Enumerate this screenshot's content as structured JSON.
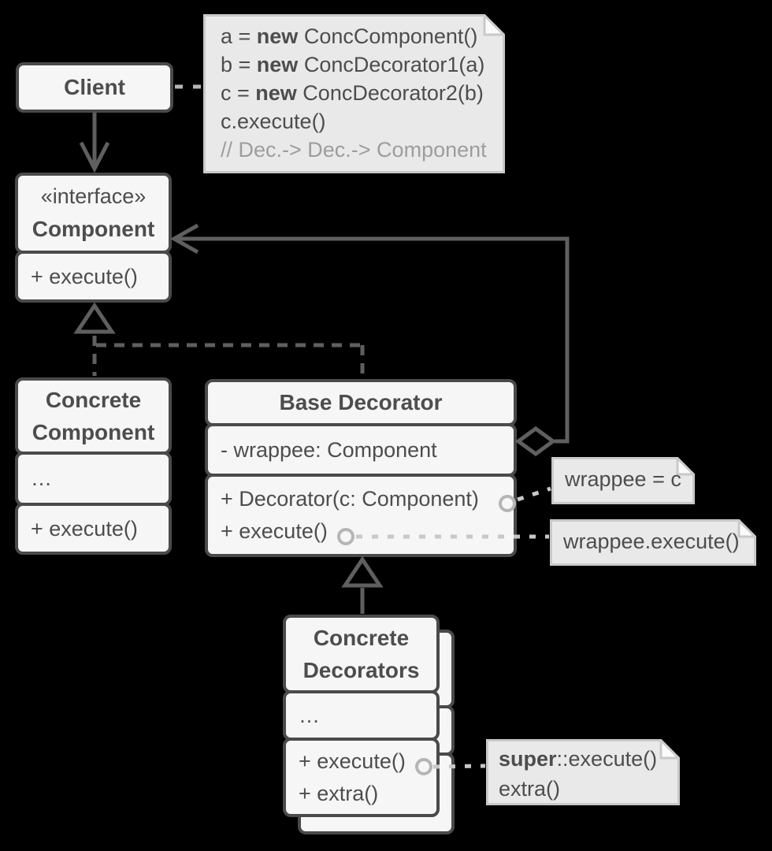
{
  "colors": {
    "background": "#000000",
    "box_fill": "#f6f6f6",
    "box_border": "#4a4a4a",
    "text": "#4d4d4d",
    "comment_text": "#9d9d9d",
    "connector": "#5f5f5f",
    "note_fill": "#e9e9e9",
    "note_border": "#c9c9c9",
    "note_fold": "#fbfbfb",
    "note_link_dash": "#c8c8c8",
    "circle_stroke": "#b5b5b5"
  },
  "classes": {
    "client": {
      "title": "Client"
    },
    "component": {
      "stereotype": "«interface»",
      "title": "Component",
      "methods": [
        "+ execute()"
      ]
    },
    "concrete_component": {
      "title": "Concrete\nComponent",
      "fields": [
        "…"
      ],
      "methods": [
        "+ execute()"
      ]
    },
    "base_decorator": {
      "title": "Base Decorator",
      "fields": [
        "- wrappee: Component"
      ],
      "methods": [
        "+ Decorator(c: Component)",
        "+ execute()"
      ]
    },
    "concrete_decorators": {
      "title": "Concrete\nDecorators",
      "fields": [
        "…"
      ],
      "methods": [
        "+ execute()",
        "+ extra()"
      ]
    }
  },
  "notes": {
    "client_code": {
      "lines": [
        {
          "pre": "a = ",
          "bold": "new",
          "post": " ConcComponent()"
        },
        {
          "pre": "b = ",
          "bold": "new",
          "post": " ConcDecorator1(a)"
        },
        {
          "pre": "c = ",
          "bold": "new",
          "post": " ConcDecorator2(b)"
        },
        {
          "pre": "c.execute()",
          "bold": "",
          "post": ""
        },
        {
          "pre": "// Dec.-> Dec.-> Component",
          "bold": "",
          "post": ""
        }
      ]
    },
    "wrappee_assign": {
      "text": "wrappee = c"
    },
    "wrappee_exec": {
      "text": "wrappee.execute()"
    },
    "super_exec": {
      "lines": [
        {
          "pre": "",
          "bold": "super",
          "post": "::execute()"
        },
        {
          "pre": "extra()",
          "bold": "",
          "post": ""
        }
      ]
    }
  },
  "relations": {
    "client_to_component": "association-arrow",
    "concrete_component_implements_component": "realization",
    "base_decorator_implements_component": "realization",
    "base_decorator_aggregates_component": "aggregation",
    "concrete_decorators_extend_base_decorator": "inheritance"
  }
}
